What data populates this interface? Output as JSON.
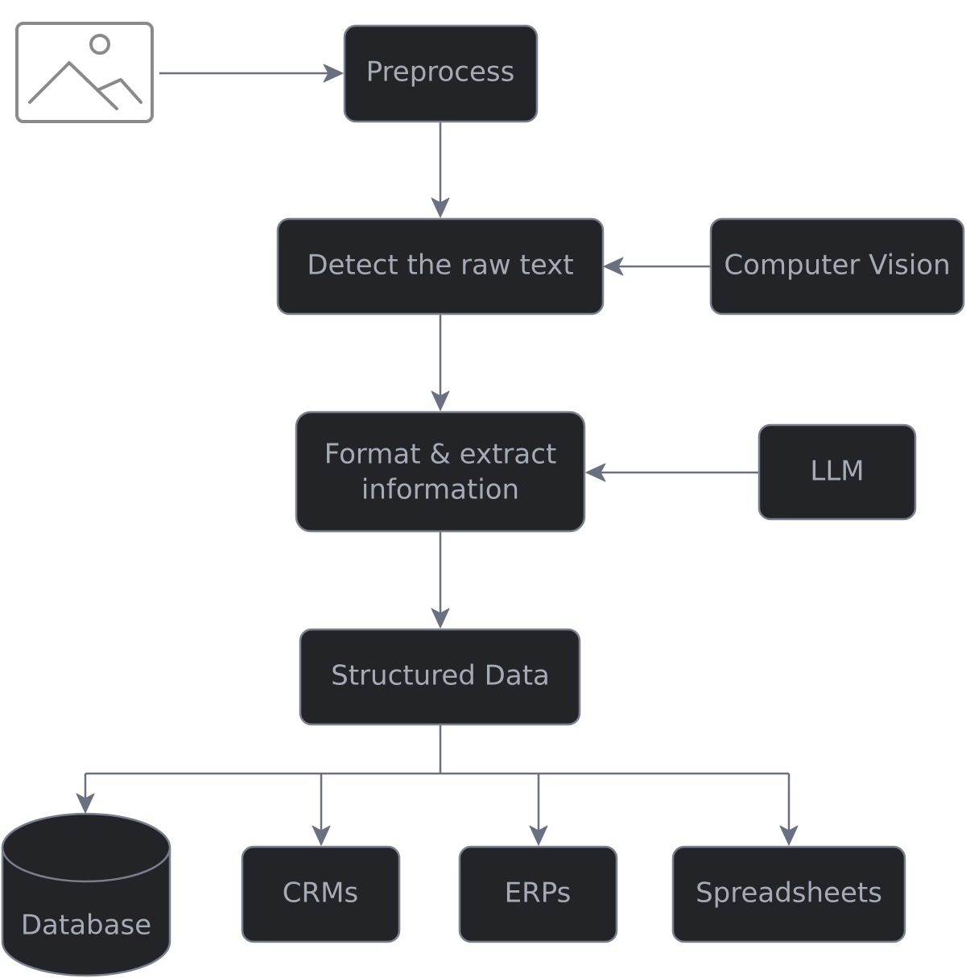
{
  "colors": {
    "node_fill": "#232428",
    "node_stroke": "#7a7f8e",
    "node_text": "#a6aab5",
    "edge": "#6b7080",
    "icon": "#8a8a8a"
  },
  "input": {
    "icon": "image-icon"
  },
  "nodes": {
    "preprocess": "Preprocess",
    "detect": "Detect the raw text",
    "computer_vision": "Computer Vision",
    "format_line1": "Format & extract",
    "format_line2": "information",
    "llm": "LLM",
    "structured": "Structured Data",
    "database": "Database",
    "crms": "CRMs",
    "erps": "ERPs",
    "spreadsheets": "Spreadsheets"
  }
}
